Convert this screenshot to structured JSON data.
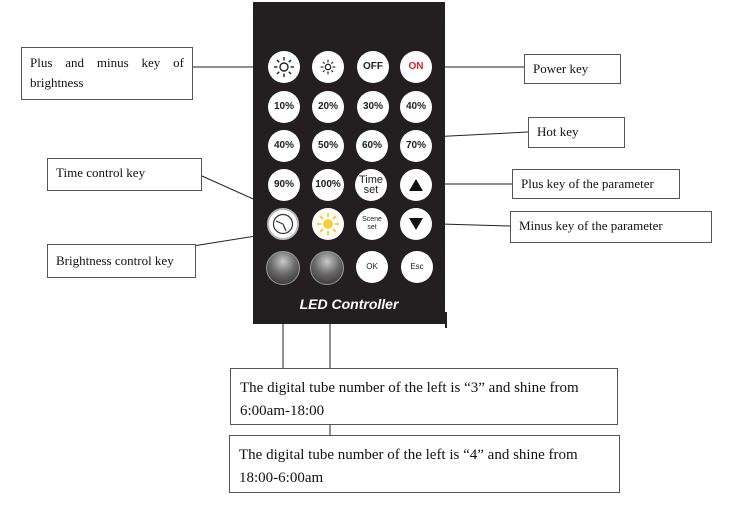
{
  "remote": {
    "brand": "LED Controller",
    "buttons": {
      "off": "OFF",
      "on": "ON",
      "p10": "10%",
      "p20": "20%",
      "p30": "30%",
      "p40a": "40%",
      "p40b": "40%",
      "p50": "50%",
      "p60": "60%",
      "p70": "70%",
      "p90": "90%",
      "p100": "100%",
      "time_set_1": "Time",
      "time_set_2": "set",
      "scene_set_1": "Scene",
      "scene_set_2": "set",
      "ok": "OK",
      "esc": "Esc"
    }
  },
  "labels": {
    "brightness_keys": "Plus and minus key of brightness",
    "power_key": "Power key",
    "hot_key": "Hot key",
    "time_control_key": "Time control key",
    "plus_key": "Plus key of the parameter",
    "minus_key": "Minus key of the parameter",
    "brightness_control_key": "Brightness control key",
    "tube_left_3": "The digital tube number of the left is “3” and shine from 6:00am-18:00",
    "tube_left_4": "The digital tube number of the left is “4” and shine from 18:00-6:00am"
  }
}
